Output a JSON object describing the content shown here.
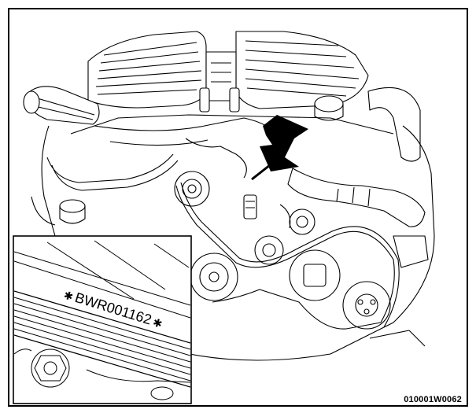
{
  "figure": {
    "engraving_text": "BWR001162",
    "engraving_prefix_mark": "✱",
    "engraving_suffix_mark": "✱",
    "reference_code": "010001W0062",
    "arrow_indicator": "down-left-arrow",
    "colors": {
      "line": "#000000",
      "background": "#ffffff"
    }
  }
}
